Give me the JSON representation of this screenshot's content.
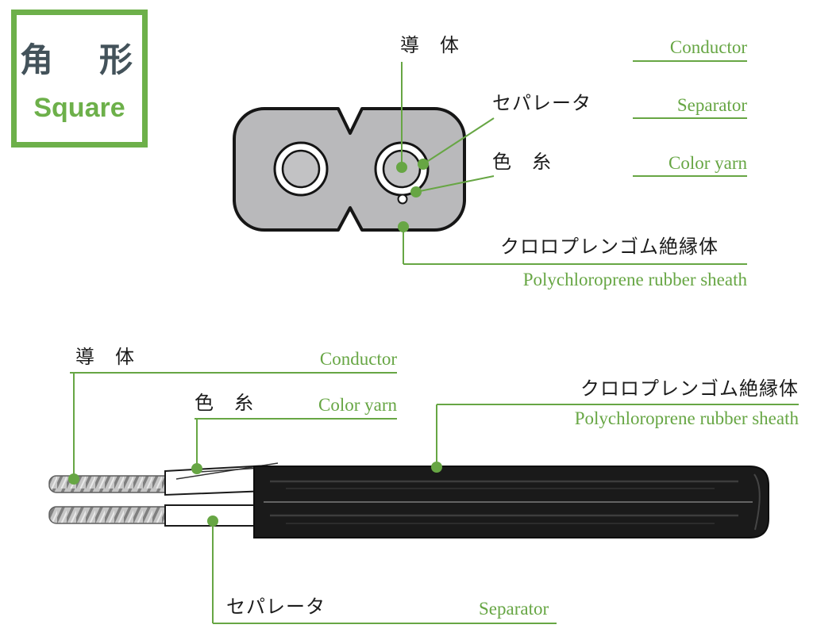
{
  "badge": {
    "title_jp": "角　形",
    "title_en": "Square"
  },
  "cross_section": {
    "conductor_jp": "導　体",
    "conductor_en": "Conductor",
    "separator_jp": "セパレータ",
    "separator_en": "Separator",
    "color_yarn_jp": "色　糸",
    "color_yarn_en": "Color yarn",
    "sheath_jp": "クロロプレンゴム絶縁体",
    "sheath_en": "Polychloroprene rubber sheath"
  },
  "side_view": {
    "conductor_jp": "導　体",
    "conductor_en": "Conductor",
    "color_yarn_jp": "色　糸",
    "color_yarn_en": "Color yarn",
    "sheath_jp": "クロロプレンゴム絶縁体",
    "sheath_en": "Polychloroprene rubber sheath",
    "separator_jp": "セパレータ",
    "separator_en": "Separator"
  },
  "colors": {
    "accent_green": "#67a644",
    "body_gray": "#b9b9bb",
    "sheath_black": "#1a1a1a"
  }
}
